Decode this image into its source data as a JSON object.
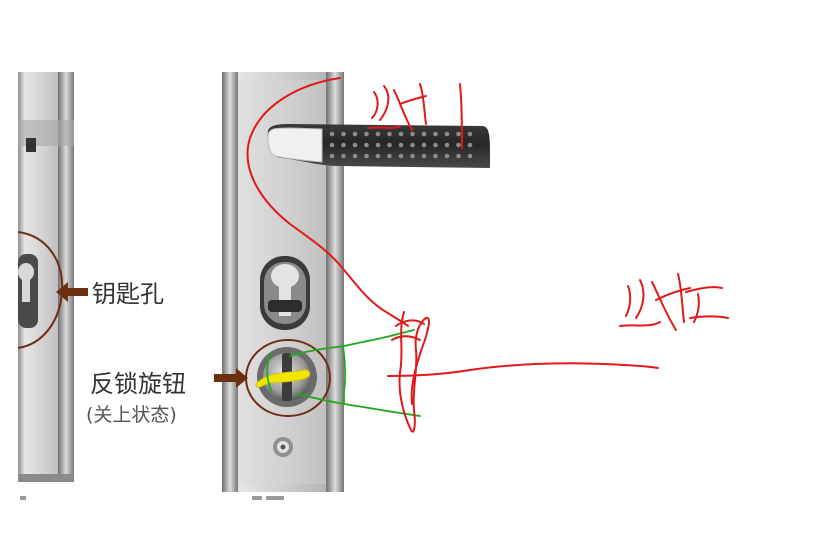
{
  "labels": {
    "keyhole": "钥匙孔",
    "thumb_turn": "反锁旋钮",
    "thumb_turn_state": "(关上状态)"
  },
  "annotations": {
    "line_1": "线1",
    "line_2": "线2"
  },
  "colors": {
    "arrow": "#6b2f12",
    "circle_outline": "#6b2f12",
    "red_drawing": "#e01a1a",
    "green_drawing": "#1fa81f",
    "yellow_highlight": "#f2e600",
    "steel": "#c9c9c9"
  }
}
